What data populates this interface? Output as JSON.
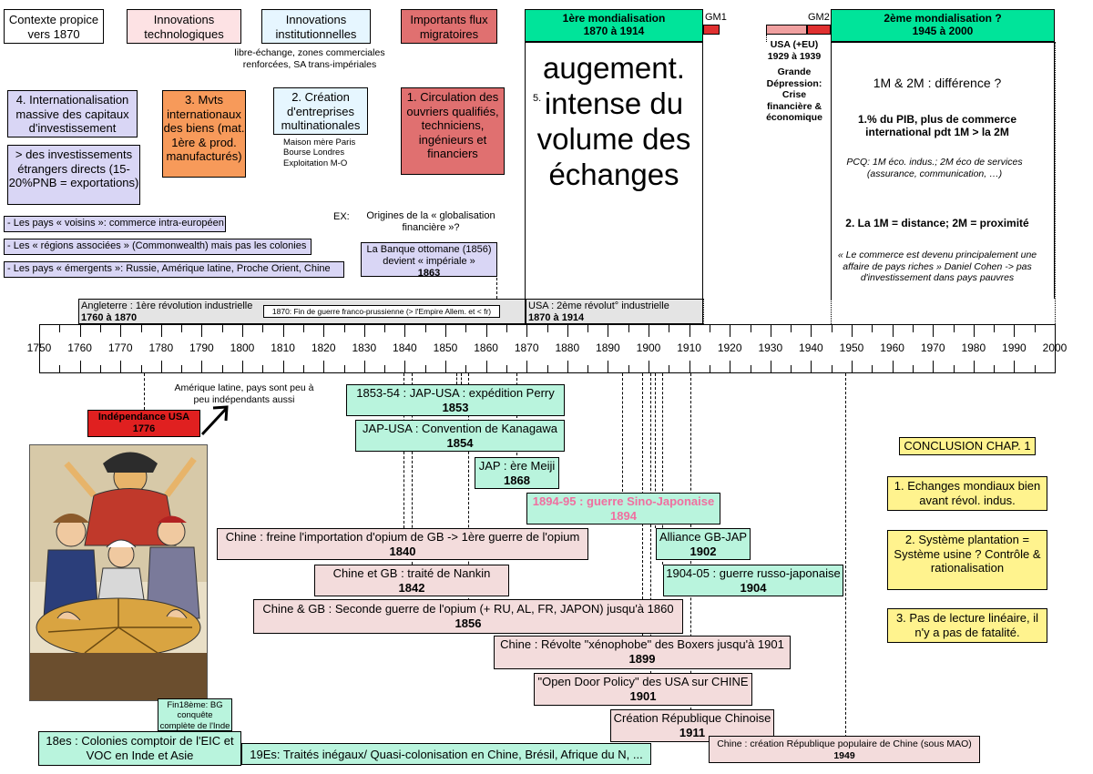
{
  "top": {
    "contexte": "Contexte propice vers 1870",
    "innov_tech": "Innovations technologiques",
    "innov_inst": "Innovations institutionnelles",
    "innov_inst_note": "libre-échange, zones commerciales renforcées, SA trans-impériales",
    "flux": "Importants flux migratoires",
    "box4_title": "4. Internationalisation massive des capitaux d'investissement",
    "box4_sub": "> des investissements étrangers directs (15-20%PNB = exportations)",
    "box3": "3. Mvts internationaux des biens (mat. 1ère & prod. manufacturés)",
    "box2": "2. Création d'entreprises multinationales",
    "box2_note": "Maison mère Paris Bourse Londres Exploitation M-O",
    "box1": "1. Circulation des ouvriers qualifiés, techniciens, ingénieurs et financiers",
    "pays1": "- Les pays « voisins »: commerce intra-européen",
    "pays2": "- Les « régions associées » (Commonwealth) mais pas les colonies",
    "pays3": "- Les pays « émergents »: Russie, Amérique latine, Proche Orient, Chine",
    "ex": "EX:",
    "origines": "Origines de la « globalisation financière »?",
    "banque": "La Banque ottomane (1856) devient « impériale »",
    "banque_year": "1863"
  },
  "mondial": {
    "m1_title": "1ère mondialisation",
    "m1_years": "1870 à 1914",
    "gm1": "GM1",
    "gm2": "GM2",
    "m2_title": "2ème mondialisation ?",
    "m2_years": "1945 à 2000",
    "five": "5.",
    "augment": "augement. intense du volume des échanges",
    "usa": "USA (+EU) 1929 à 1939",
    "grande": "Grande Dépression: Crise financière & économique",
    "q": "1M & 2M : différence ?",
    "p1": "1.% du PIB, plus de commerce international pdt 1M > la 2M",
    "pcq": "PCQ: 1M éco. indus.; 2M éco de services (assurance, communication, …)",
    "p2": "2. La 1M = distance; 2M = proximité",
    "quote": "« Le commerce est devenu principalement une affaire de pays riches »  Daniel Cohen -> pas d'investissement dans pays pauvres"
  },
  "timeline": {
    "angl": "Angleterre : 1ère révolution industrielle",
    "angl_years": "1760 à 1870",
    "guerre": "1870: Fin de guerre franco-prussienne (> l'Empire Allem. et < fr)",
    "usa_rev": "USA : 2ème révolut° industrielle",
    "usa_rev_years": "1870 à 1914",
    "years": [
      "1750",
      "1760",
      "1770",
      "1780",
      "1790",
      "1800",
      "1810",
      "1820",
      "1830",
      "1840",
      "1850",
      "1860",
      "1870",
      "1880",
      "1890",
      "1900",
      "1910",
      "1920",
      "1930",
      "1940",
      "1950",
      "1960",
      "1970",
      "1980",
      "1990",
      "2000"
    ]
  },
  "events": {
    "amlat": "Amérique latine, pays sont peu à peu indépendants aussi",
    "indep": "Indépendance USA",
    "indep_year": "1776",
    "e1": "1853-54 : JAP-USA : expédition Perry",
    "e1y": "1853",
    "e2": "JAP-USA : Convention de Kanagawa",
    "e2y": "1854",
    "e3": "JAP : ère Meiji",
    "e3y": "1868",
    "e4": "1894-95 : guerre Sino-Japonaise",
    "e4y": "1894",
    "e5": "Chine : freine l'importation d'opium de GB -> 1ère guerre de l'opium",
    "e5y": "1840",
    "e6": "Alliance GB-JAP",
    "e6y": "1902",
    "e7": "Chine et GB : traité de Nankin",
    "e7y": "1842",
    "e8": "1904-05 : guerre russo-japonaise",
    "e8y": "1904",
    "e9": "Chine & GB : Seconde guerre de l'opium (+ RU, AL, FR, JAPON) jusqu'à 1860",
    "e9y": "1856",
    "e10": "Chine : Révolte \"xénophobe\" des Boxers jusqu'à 1901",
    "e10y": "1899",
    "e11": "\"Open Door Policy\" des USA sur CHINE",
    "e11y": "1901",
    "e12": "Création République Chinoise",
    "e12y": "1911",
    "e13": "Chine : création République populaire de Chine (sous MAO)",
    "e13y": "1949",
    "fin18": "Fin18ème: BG conquête complète de l'Inde",
    "colonies": "18es : Colonies comptoir de l'EIC et VOC en Inde et Asie",
    "traites": "19Es: Traités inégaux/ Quasi-colonisation en Chine, Brésil, Afrique du N, ..."
  },
  "conclusion": {
    "title": "CONCLUSION CHAP. 1",
    "c1": "1. Echanges mondiaux bien avant révol. indus.",
    "c2": "2. Système plantation = Système usine ? Contrôle & rationalisation",
    "c3": "3. Pas de lecture linéaire, il n'y a pas de fatalité."
  },
  "colors": {
    "green": "#00e49a",
    "red": "#e03030",
    "pink_light": "#f0a0a0",
    "orange": "#f79a5a",
    "salmon": "#e07070",
    "lavender": "#d9d6f5",
    "yellow": "#fff38e",
    "event_green": "#b9f4dd",
    "event_pink": "#f3dcdc",
    "indep_red": "#e02020",
    "sino_pink": "#f06fa0"
  }
}
